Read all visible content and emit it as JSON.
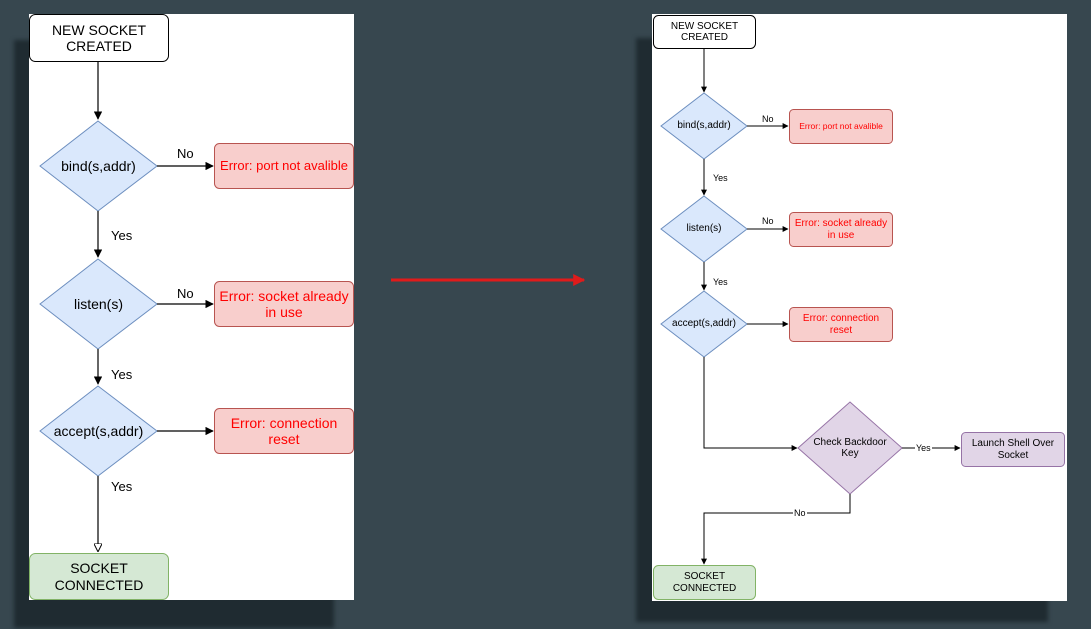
{
  "colors": {
    "background": "#37474f",
    "decision_fill": "#dae8fc",
    "decision_stroke": "#6c8ebf",
    "error_fill": "#f8cecc",
    "error_stroke": "#b85450",
    "error_text": "#ff0000",
    "success_fill": "#d5e8d4",
    "success_stroke": "#82b366",
    "backdoor_fill": "#e1d5e7",
    "backdoor_stroke": "#9673a6",
    "transition_arrow": "#e01b1b"
  },
  "left": {
    "start": "NEW SOCKET\nCREATED",
    "bind": "bind(s,addr)",
    "listen": "listen(s)",
    "accept": "accept(s,addr)",
    "err_bind": "Error: port not avalible",
    "err_listen": "Error: socket already\nin use",
    "err_accept": "Error: connection\nreset",
    "connected": "SOCKET\nCONNECTED",
    "no1": "No",
    "no2": "No",
    "yes1": "Yes",
    "yes2": "Yes",
    "yes3": "Yes"
  },
  "right": {
    "start": "NEW SOCKET\nCREATED",
    "bind": "bind(s,addr)",
    "listen": "listen(s)",
    "accept": "accept(s,addr)",
    "err_bind": "Error: port not avalible",
    "err_listen": "Error: socket already\nin use",
    "err_accept": "Error: connection\nreset",
    "backdoor": "Check  Backdoor\nKey",
    "shell": "Launch Shell Over\nSocket",
    "connected": "SOCKET\nCONNECTED",
    "no1": "No",
    "no2": "No",
    "no3": "No",
    "yes1": "Yes",
    "yes2": "Yes",
    "yes3": "Yes"
  }
}
